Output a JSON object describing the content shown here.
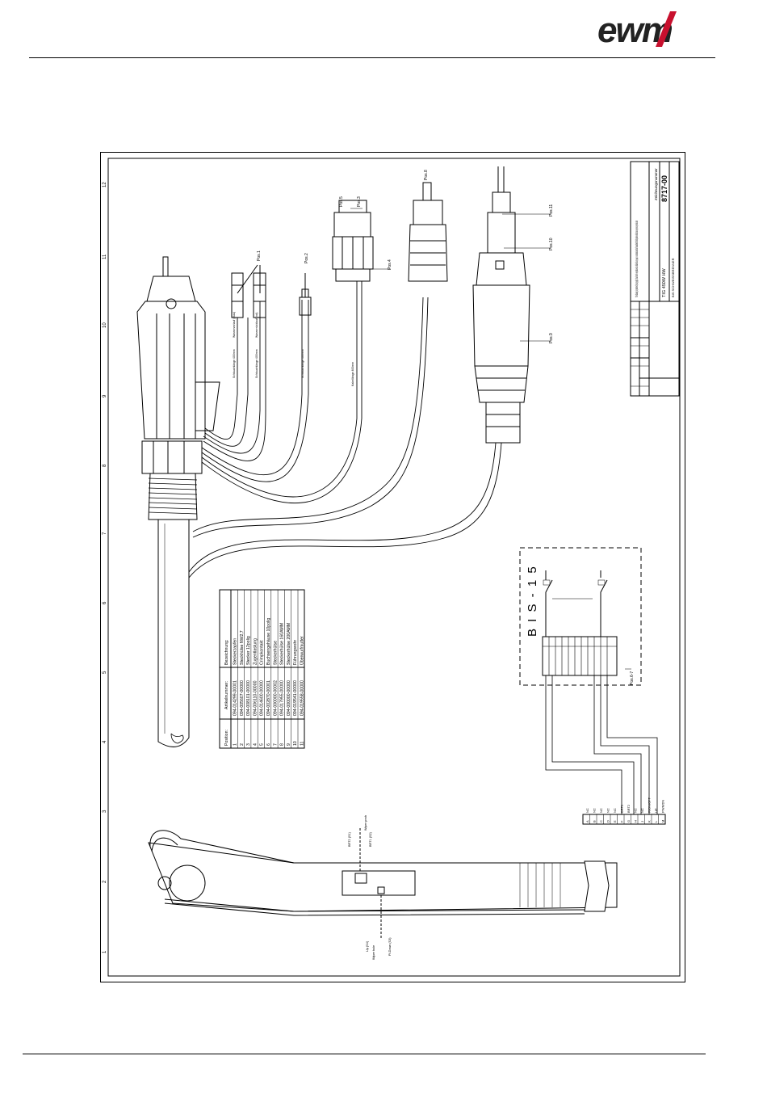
{
  "header": {
    "logo_text": "ewm",
    "brand_color": "#c8102e"
  },
  "drawing": {
    "title_block": {
      "copyright_note": "This drawing is protected by copyright, shall not be reproduced or utilized in any way or communicated or forwarded to third parties without our express permission!",
      "drawing_number_label": "Zeichnungsnummer",
      "drawing_number": "8717-00",
      "product": "TIG 450W HW",
      "subtitle": "BIS SCHWEISSBRENNER"
    },
    "grid_numbers": [
      "1",
      "2",
      "3",
      "4",
      "5",
      "6",
      "7",
      "8",
      "9",
      "10",
      "11",
      "12"
    ],
    "position_labels": [
      "Pos.1",
      "Pos.2",
      "Pos.3",
      "Pos.4",
      "Pos.5",
      "Pos.8",
      "Pos.9",
      "Pos.10",
      "Pos.11",
      "Pos.6-7"
    ],
    "cable_labels": [
      "Wasservorlauf (blau)",
      "Wasserrücklauf (rot)",
      "Schlauchlänge 400mm",
      "Schlauchlänge 400mm",
      "Schlauchlänge 400mm",
      "Kabellänge 400mm"
    ],
    "parts_table": {
      "headers": [
        "Position:",
        "Artikelnummer:",
        "Bezeichnung:"
      ],
      "rows": [
        [
          "1",
          "094-014299-00001",
          "Steckerzapfen"
        ],
        [
          "2",
          "094-005607-00000",
          "Steckhülse NW2,7"
        ],
        [
          "3",
          "094-008101-00000",
          "Stecker 12polig"
        ],
        [
          "4",
          "094-006110-00000",
          "Zugentlastung"
        ],
        [
          "5",
          "094-014600-00000",
          "Crimpkontakt"
        ],
        [
          "6",
          "094-002870-00001",
          "Buchsengehäuse 10polig"
        ],
        [
          "7",
          "094-000000-00002",
          "Steckerhülse"
        ],
        [
          "8",
          "094-017955-00000",
          "Steckerhülse 160AMM"
        ],
        [
          "9",
          "094-000000-00000",
          "Steckerhülse 200AMM"
        ],
        [
          "10",
          "094-019541-00000",
          "Führungsrohr"
        ],
        [
          "11",
          "094-019558-00000",
          "Überwurfmutter"
        ]
      ]
    },
    "schematic": {
      "module_label": "B I S - 1 5",
      "pins": [
        "A",
        "B",
        "C",
        "D",
        "E",
        "F",
        "G",
        "H",
        "J",
        "K",
        "L",
        "M"
      ],
      "pin_notes": [
        "NC",
        "NC",
        "NC",
        "NC",
        "NC",
        "BRT1",
        "BRT2",
        "NC",
        "NC",
        "R/ON/OFF",
        "UP",
        "PWR/DN"
      ]
    },
    "torch_labels": [
      "BRT2 (S1)",
      "Wiper pvsh",
      "BRT1 (S2)",
      "Up (S4)",
      "Wiper hole",
      "Pl-Down (S3)"
    ]
  }
}
